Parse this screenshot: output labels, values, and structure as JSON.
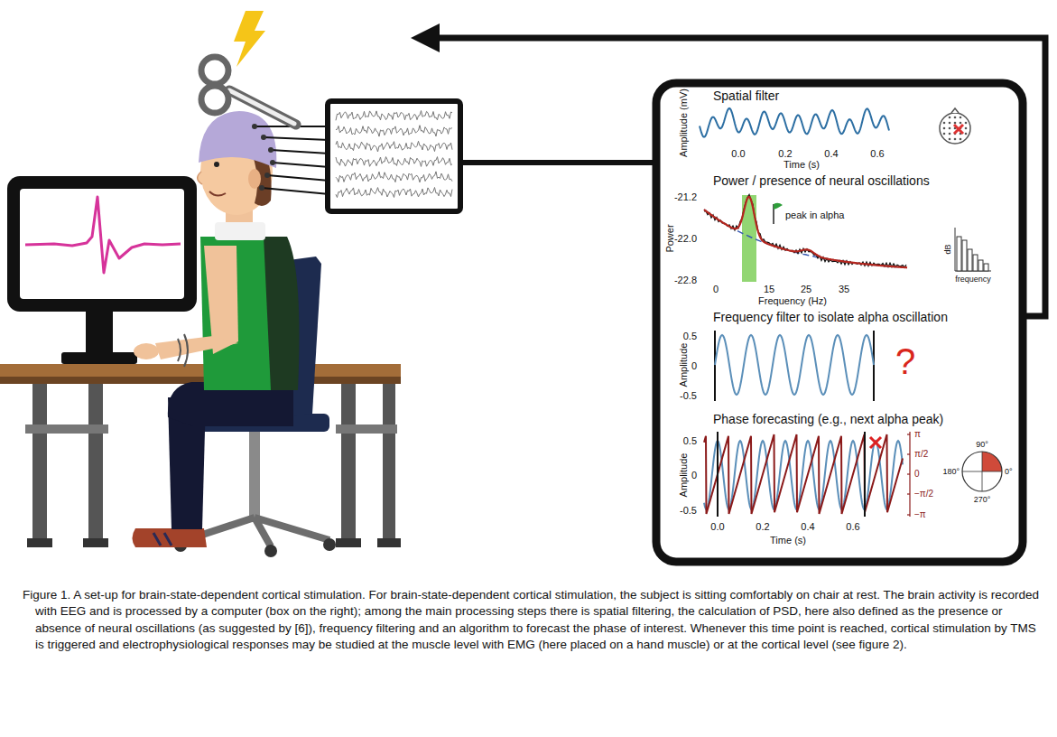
{
  "diagram": {
    "caption": "Figure 1. A set-up for brain-state-dependent cortical stimulation. For brain-state-dependent cortical stimulation, the subject is sitting comfortably on chair at rest. The brain activity is recorded with EEG and is processed by a computer (box on the right); among the main processing steps there is spatial filtering, the calculation of PSD, here also defined as the presence or absence of neural oscillations (as suggested by [6]), frequency filtering and an algorithm to forecast the phase of interest. Whenever this time point is reached, cortical stimulation by TMS is triggered and electrophysiological responses may be studied at the muscle level with EMG (here placed on a hand muscle) or at the cortical level (see figure 2).",
    "nodes": [
      {
        "text": [
          "Spatial filter"
        ]
      },
      {
        "text": [
          "Power / presence of neural oscillations"
        ]
      },
      {
        "text": [
          "Frequency filter to isolate alpha oscillation"
        ]
      },
      {
        "text": [
          "Phase forecasting (e.g., next alpha peak)"
        ]
      }
    ],
    "labels": [
      "Amplitude (mV)",
      "0.0",
      "0.2",
      "0.4",
      "0.6",
      "Time (s)",
      "Power",
      "-21.2",
      "-22.0",
      "-22.8",
      "0",
      "15",
      "25",
      "35",
      "Frequency (Hz)",
      "peak in alpha",
      "dB",
      "frequency",
      "Amplitude",
      "0.5",
      "0",
      "-0.5",
      "?",
      "Amplitude",
      "0.5",
      "0",
      "-0.5",
      "0.0",
      "0.2",
      "0.4",
      "0.6",
      "Time (s)",
      "π",
      "π/2",
      "0",
      "−π/2",
      "−π",
      "90°",
      "180°",
      "0°",
      "270°"
    ]
  }
}
